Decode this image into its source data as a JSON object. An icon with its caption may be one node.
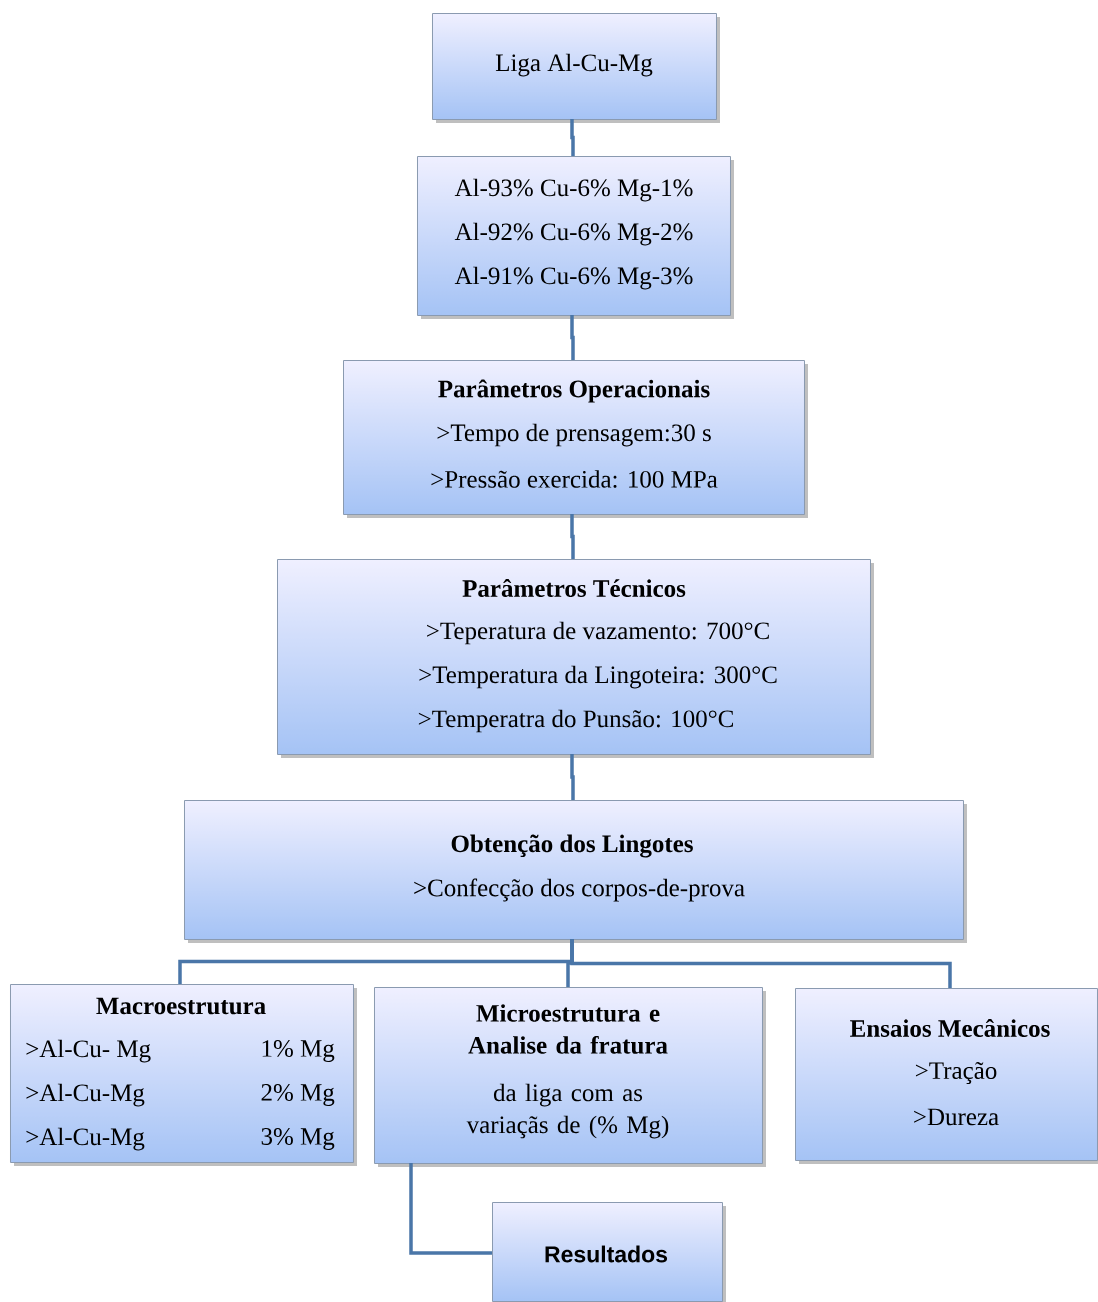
{
  "diagram": {
    "nodes": [
      {
        "text": [
          "Liga  Al-Cu-Mg"
        ]
      },
      {
        "text": [
          "Al-93% Cu-6% Mg-1%",
          "Al-92% Cu-6% Mg-2%",
          "Al-91% Cu-6% Mg-3%"
        ]
      },
      {
        "text": [
          "Parâmetros Operacionais",
          ">Tempo de prensagem:30 s",
          ">Pressão exercida: 100 MPa"
        ]
      },
      {
        "text": [
          "Parâmetros Técnicos",
          ">Teperatura de vazamento: 700°C",
          ">Temperatura da Lingoteira: 300°C",
          ">Temperatra do Punsão: 100°C"
        ]
      },
      {
        "text": [
          "Obtenção dos Lingotes",
          ">Confecção dos corpos-de-prova"
        ]
      },
      {
        "text": [
          "Macroestrutura",
          ">Al-Cu- Mg",
          "1% Mg",
          ">Al-Cu-Mg",
          "2% Mg",
          ">Al-Cu-Mg",
          "3% Mg"
        ]
      },
      {
        "text": [
          "Microestrutura e Analise da fratura",
          "da liga com as variaçãs de (% Mg)"
        ]
      },
      {
        "text": [
          "Ensaios Mecânicos",
          ">Tração",
          ">Dureza"
        ]
      },
      {
        "text": [
          "Resultados"
        ]
      }
    ],
    "edges": [
      {
        "from": 0,
        "to": 1,
        "arrow": "none"
      },
      {
        "from": 1,
        "to": 2,
        "arrow": "none"
      },
      {
        "from": 2,
        "to": 3,
        "arrow": "none"
      },
      {
        "from": 3,
        "to": 4,
        "arrow": "none"
      },
      {
        "from": 4,
        "to": 5,
        "arrow": "none"
      },
      {
        "from": 4,
        "to": 6,
        "arrow": "none"
      },
      {
        "from": 4,
        "to": 7,
        "arrow": "none"
      },
      {
        "from": 6,
        "to": 8,
        "arrow": "none"
      }
    ]
  }
}
